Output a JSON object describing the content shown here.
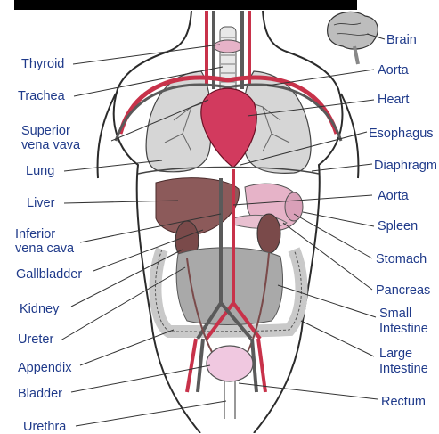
{
  "labels_left": {
    "thyroid": "Thyroid",
    "trachea": "Trachea",
    "superior_vena_cava_line1": "Superior",
    "superior_vena_cava_line2": "vena vava",
    "lung": "Lung",
    "liver": "Liver",
    "inferior_vena_cava_line1": "Inferior",
    "inferior_vena_cava_line2": "vena cava",
    "gallbladder": "Gallbladder",
    "kidney": "Kidney",
    "ureter": "Ureter",
    "appendix": "Appendix",
    "bladder": "Bladder",
    "urethra": "Urethra"
  },
  "labels_right": {
    "brain": "Brain",
    "aorta_top": "Aorta",
    "heart": "Heart",
    "esophagus": "Esophagus",
    "diaphragm": "Diaphragm",
    "aorta_lower": "Aorta",
    "spleen": "Spleen",
    "stomach": "Stomach",
    "pancreas": "Pancreas",
    "small_intestine_line1": "Small",
    "small_intestine_line2": "Intestine",
    "large_intestine_line1": "Large",
    "large_intestine_line2": "Intestine",
    "rectum": "Rectum"
  },
  "colors": {
    "label_text": "#1f3a8a",
    "outline": "#2b2b2b",
    "artery_red": "#c8324a",
    "vein_gray": "#5a5a5a",
    "heart": "#d23a5e",
    "lung_fill": "#d6d6d6",
    "liver_fill": "#8c5a5a",
    "organ_pink": "#e6b3c8",
    "intestine_gray": "#c9c9c9",
    "bladder_pink": "#f0c8e0"
  }
}
